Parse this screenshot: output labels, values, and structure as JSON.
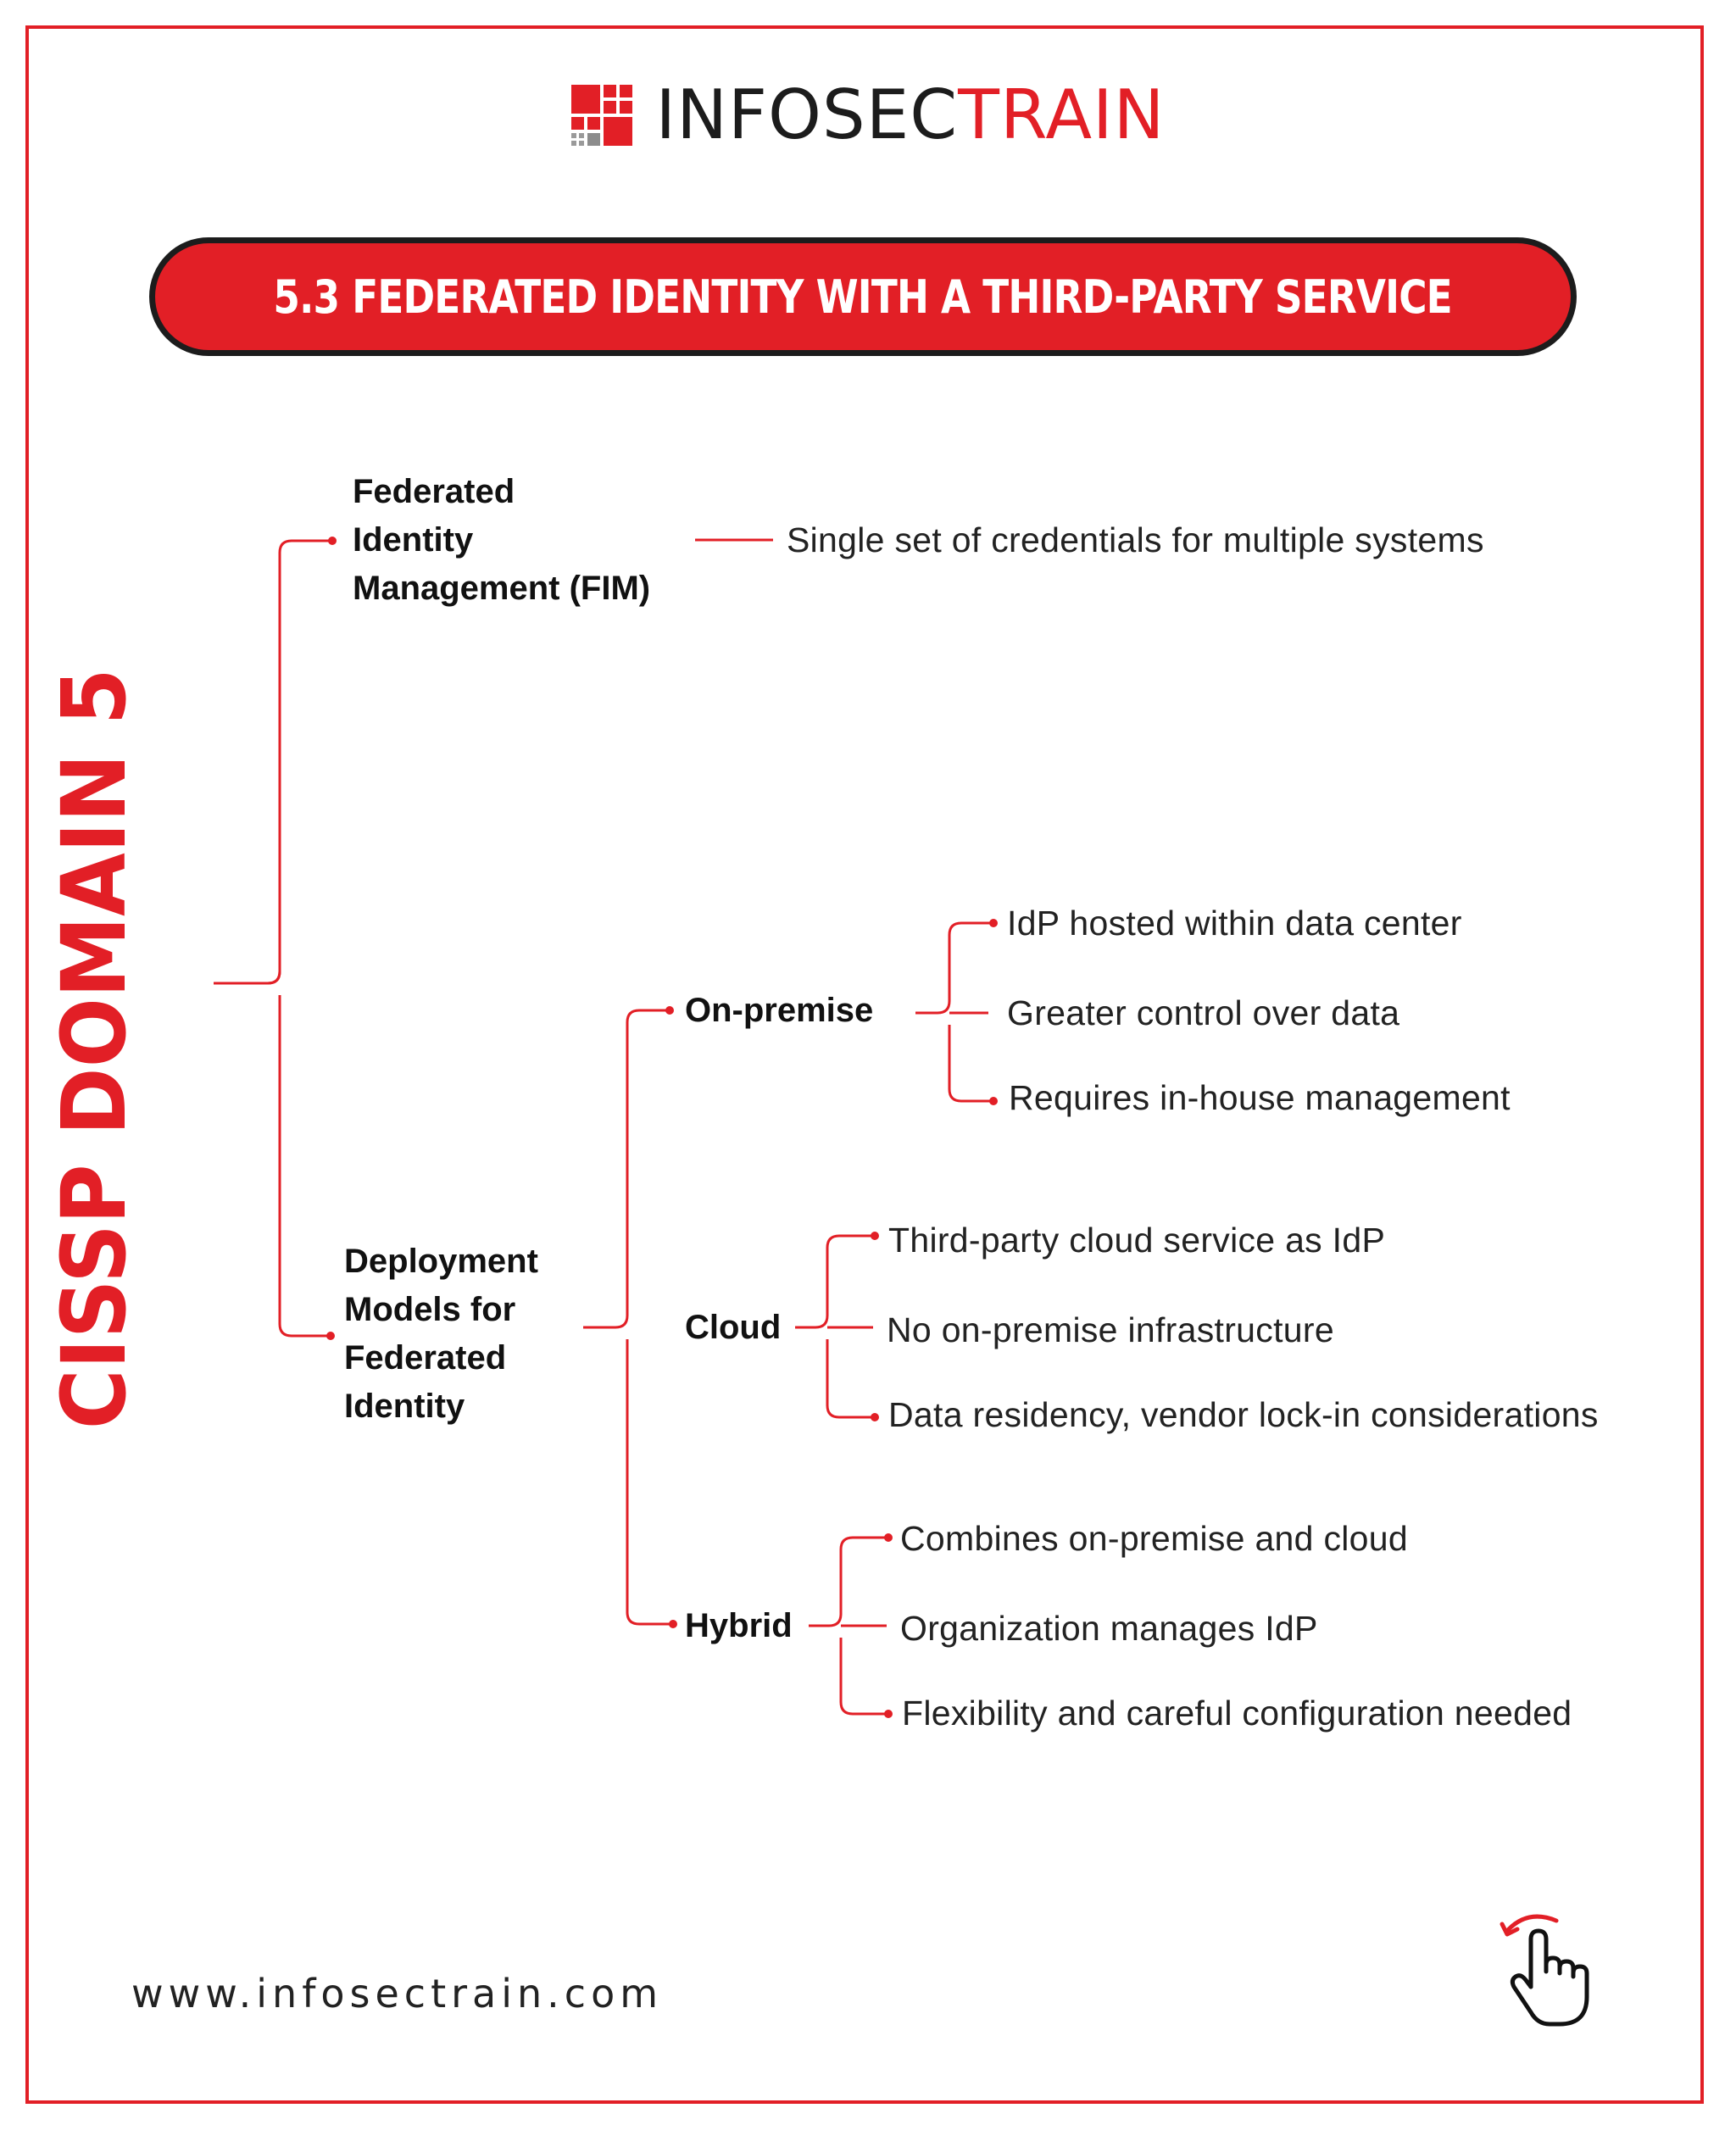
{
  "brand": {
    "name_part1": "INFOSEC",
    "name_part2": "TRAIN"
  },
  "header": {
    "title": "5.3 FEDERATED IDENTITY WITH A THIRD-PARTY SERVICE"
  },
  "side_title": "CISSP DOMAIN 5",
  "tree": {
    "fim": {
      "label_lines": [
        "Federated",
        "Identity",
        "Management (FIM)"
      ],
      "description": "Single set of credentials for multiple systems"
    },
    "deployment": {
      "label_lines": [
        "Deployment",
        "Models for",
        "Federated",
        "Identity"
      ],
      "models": [
        {
          "label": "On-premise",
          "points": [
            "IdP hosted within data center",
            "Greater control over data",
            "Requires in-house management"
          ]
        },
        {
          "label": "Cloud",
          "points": [
            "Third-party cloud service as IdP",
            "No on-premise infrastructure",
            "Data residency, vendor lock-in considerations"
          ]
        },
        {
          "label": "Hybrid",
          "points": [
            "Combines on-premise and cloud",
            "Organization manages IdP",
            "Flexibility and careful configuration needed"
          ]
        }
      ]
    }
  },
  "footer": {
    "url": "www.infosectrain.com"
  },
  "icons": {
    "logo": "infosectrain-logo-icon",
    "click": "hand-click-icon"
  },
  "colors": {
    "accent": "#e21f26",
    "dark": "#1c1c1c"
  }
}
